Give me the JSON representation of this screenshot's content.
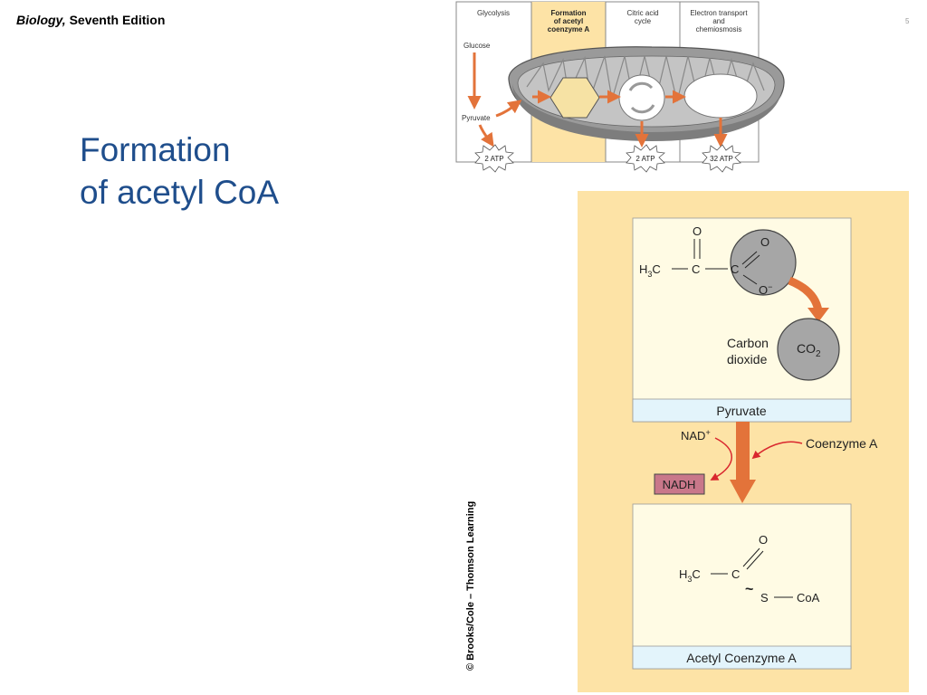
{
  "header": {
    "book": "Biology,",
    "edition": "Seventh Edition"
  },
  "title": {
    "line1": "Formation",
    "line2": "of acetyl CoA"
  },
  "credit": "© Brooks/Cole – Thomson Learning",
  "overview": {
    "stages": [
      "Glycolysis",
      "Formation",
      "of acetyl",
      "coenzyme A",
      "Citric acid",
      "cycle",
      "Electron transport",
      "and",
      "chemiosmosis"
    ],
    "glucose": "Glucose",
    "pyruvate": "Pyruvate",
    "atp1": "2 ATP",
    "atp2": "2 ATP",
    "atp3": "32 ATP",
    "right_mark": "5"
  },
  "detail": {
    "o_top": "O",
    "h3c_1": "H",
    "h3c_1_sub": "3",
    "h3c_1_c": "C",
    "c_left": "C",
    "c_circle": "C",
    "o_circle": "O",
    "o_minus": "O",
    "minus": "−",
    "carbon": "Carbon",
    "dioxide": "dioxide",
    "co2": "CO",
    "co2_sub": "2",
    "pyruvate": "Pyruvate",
    "nad": "NAD",
    "nad_sup": "+",
    "coenzyme": "Coenzyme A",
    "nadh": "NADH",
    "o_acetyl": "O",
    "h3c_2": "H",
    "h3c_2_sub": "3",
    "h3c_2_c": "C",
    "c_acetyl": "C",
    "tilde": "~",
    "s": "S",
    "coa": "CoA",
    "acetyl_label": "Acetyl Coenzyme A"
  },
  "colors": {
    "panel": "#fde3a6",
    "inner": "#fffbe4",
    "label_bar": "#e3f4fb",
    "arrow": "#e3733a",
    "nadh": "#c9778a",
    "circle": "#a6a6a6",
    "red": "#d9272e",
    "title": "#1f4e8c"
  }
}
